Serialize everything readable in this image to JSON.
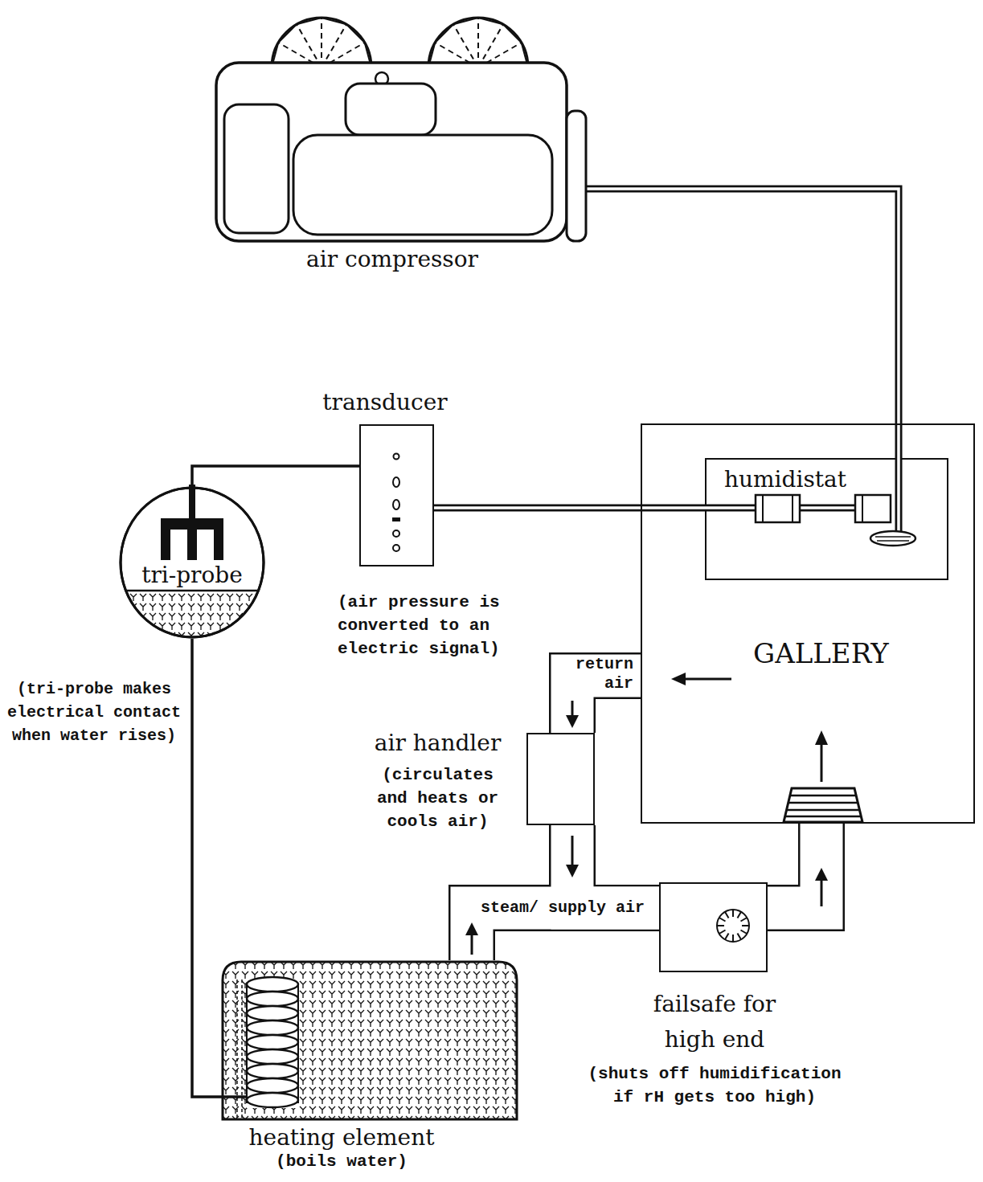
{
  "diagram": {
    "nodes": [
      {
        "text": [
          "air compressor"
        ]
      },
      {
        "text": [
          "transducer",
          "(air pressure is converted to an electric signal)"
        ]
      },
      {
        "text": [
          "tri-probe",
          "(tri-probe makes electrical contact when water rises)"
        ]
      },
      {
        "text": [
          "GALLERY"
        ]
      },
      {
        "text": [
          "humidistat"
        ],
        "in": 3
      },
      {
        "text": [
          "air handler",
          "(circulates and heats or cools air)"
        ]
      },
      {
        "text": [
          "failsafe for high end",
          "(shuts off humidification if rH gets too high)"
        ]
      },
      {
        "text": [
          "heating element",
          "(boils water)"
        ]
      }
    ],
    "edges": [
      {
        "from": 0,
        "to": 4,
        "arrow": "none"
      },
      {
        "from": 4,
        "to": 1,
        "arrow": "none"
      },
      {
        "from": 1,
        "to": 2,
        "arrow": "none"
      },
      {
        "from": 2,
        "to": 7,
        "arrow": "none"
      },
      {
        "from": 3,
        "to": 5,
        "label": "return air",
        "arrow": "to"
      },
      {
        "from": 5,
        "to": 6,
        "arrow": "to"
      },
      {
        "from": 7,
        "to": 6,
        "label": "steam/ supply air",
        "arrow": "to"
      },
      {
        "from": 6,
        "to": 3,
        "arrow": "to"
      }
    ]
  }
}
